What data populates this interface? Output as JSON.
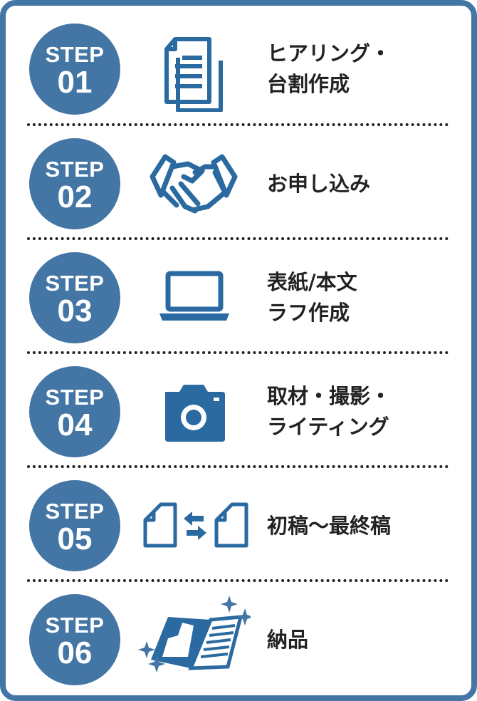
{
  "colors": {
    "frame": "#4375a5",
    "circle": "#4375a5",
    "icon": "#2a6aa0"
  },
  "steps": [
    {
      "step": "STEP",
      "num": "01",
      "label": "ヒアリング・\n台割作成",
      "icon": "documents-icon"
    },
    {
      "step": "STEP",
      "num": "02",
      "label": "お申し込み",
      "icon": "handshake-icon"
    },
    {
      "step": "STEP",
      "num": "03",
      "label": "表紙/本文\nラフ作成",
      "icon": "laptop-icon"
    },
    {
      "step": "STEP",
      "num": "04",
      "label": "取材・撮影・\nライティング",
      "icon": "camera-icon"
    },
    {
      "step": "STEP",
      "num": "05",
      "label": "初稿〜最終稿",
      "icon": "file-exchange-icon"
    },
    {
      "step": "STEP",
      "num": "06",
      "label": "納品",
      "icon": "brochure-sparkle-icon"
    }
  ]
}
